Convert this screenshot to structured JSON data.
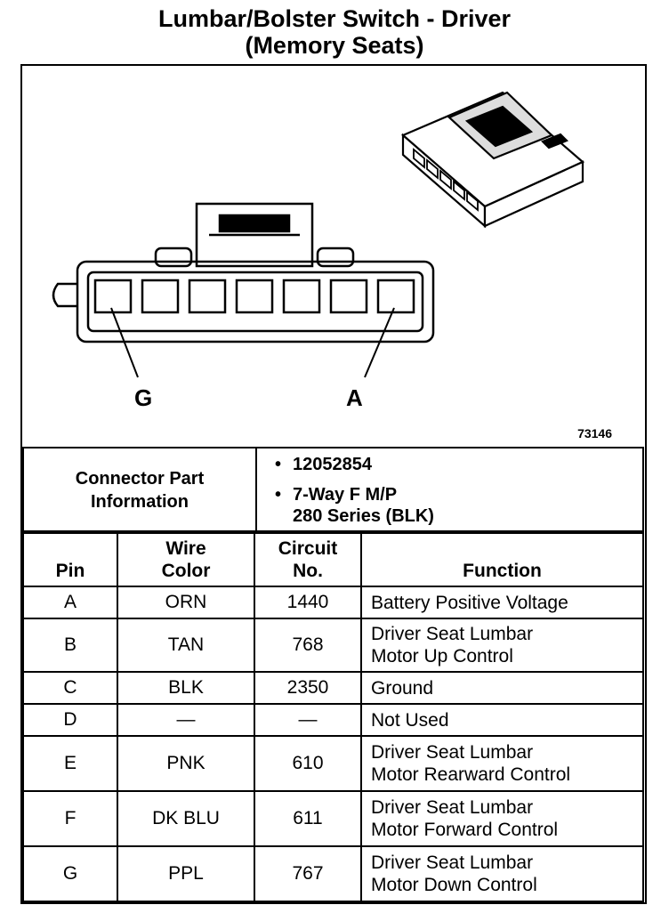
{
  "title": {
    "line1": "Lumbar/Bolster Switch - Driver",
    "line2": "(Memory Seats)"
  },
  "diagram": {
    "label_left": "G",
    "label_right": "A",
    "figure_id": "73146"
  },
  "connector_info": {
    "label_line1": "Connector Part",
    "label_line2": "Information",
    "part_number": "12052854",
    "desc_line1": "7-Way F M/P",
    "desc_line2": "280 Series (BLK)"
  },
  "table": {
    "headers": {
      "pin": "Pin",
      "wire_line1": "Wire",
      "wire_line2": "Color",
      "circuit_line1": "Circuit",
      "circuit_line2": "No.",
      "function": "Function"
    },
    "rows": [
      {
        "pin": "A",
        "color": "ORN",
        "circuit": "1440",
        "f1": "Battery Positive Voltage",
        "f2": ""
      },
      {
        "pin": "B",
        "color": "TAN",
        "circuit": "768",
        "f1": "Driver Seat Lumbar",
        "f2": "Motor Up Control"
      },
      {
        "pin": "C",
        "color": "BLK",
        "circuit": "2350",
        "f1": "Ground",
        "f2": ""
      },
      {
        "pin": "D",
        "color": "—",
        "circuit": "—",
        "f1": "Not Used",
        "f2": ""
      },
      {
        "pin": "E",
        "color": "PNK",
        "circuit": "610",
        "f1": "Driver Seat Lumbar",
        "f2": "Motor Rearward Control"
      },
      {
        "pin": "F",
        "color": "DK BLU",
        "circuit": "611",
        "f1": "Driver Seat Lumbar",
        "f2": "Motor Forward Control"
      },
      {
        "pin": "G",
        "color": "PPL",
        "circuit": "767",
        "f1": "Driver Seat Lumbar",
        "f2": "Motor Down Control"
      }
    ]
  }
}
